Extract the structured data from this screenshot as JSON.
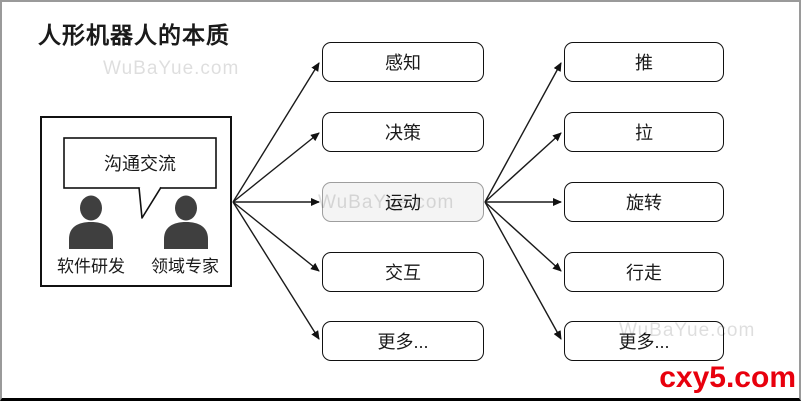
{
  "title": "人形机器人的本质",
  "watermarks": {
    "top": "WuBaYue.com",
    "center": "WuBaYue.com",
    "bottom_right": "WuBaYue.com"
  },
  "brand": "cxy5.com",
  "left_panel": {
    "bubble_label": "沟通交流",
    "left_person_label": "软件研发",
    "right_person_label": "领域专家"
  },
  "middle_nodes": [
    {
      "label": "感知",
      "highlighted": false
    },
    {
      "label": "决策",
      "highlighted": false
    },
    {
      "label": "运动",
      "highlighted": true
    },
    {
      "label": "交互",
      "highlighted": false
    },
    {
      "label": "更多...",
      "highlighted": false
    }
  ],
  "right_nodes": [
    {
      "label": "推"
    },
    {
      "label": "拉"
    },
    {
      "label": "旋转"
    },
    {
      "label": "行走"
    },
    {
      "label": "更多..."
    }
  ],
  "colors": {
    "brand_red": "#e8000d",
    "watermark_gray": "#d9d9d9",
    "highlight_fill": "#f4f4f4",
    "node_border": "#111111",
    "person_icon_gray": "#3f3f3f"
  }
}
